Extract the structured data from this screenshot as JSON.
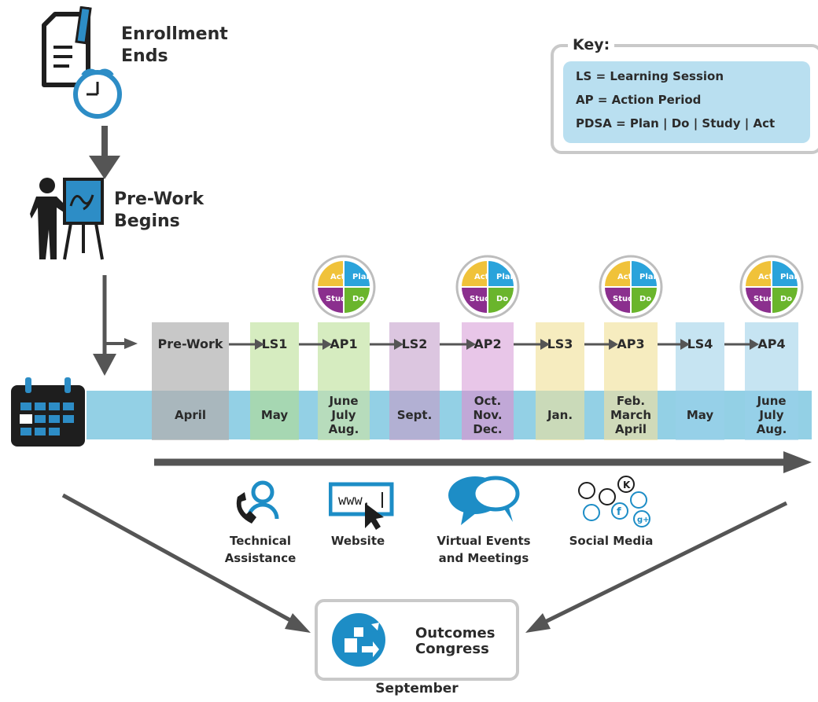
{
  "steps": {
    "enrollment": "Enrollment\nEnds",
    "prework": "Pre-Work\nBegins"
  },
  "key": {
    "title": "Key:",
    "lines": [
      "LS = Learning Session",
      "AP = Action Period",
      "PDSA = Plan | Do | Study | Act"
    ]
  },
  "pdsa": {
    "act": "Act",
    "plan": "Plan",
    "study": "Study",
    "do": "Do"
  },
  "timeline": [
    {
      "label": "Pre-Work",
      "months": "April"
    },
    {
      "label": "LS1",
      "months": "May"
    },
    {
      "label": "AP1",
      "months": "June\nJuly\nAug."
    },
    {
      "label": "LS2",
      "months": "Sept."
    },
    {
      "label": "AP2",
      "months": "Oct.\nNov.\nDec."
    },
    {
      "label": "LS3",
      "months": "Jan."
    },
    {
      "label": "AP3",
      "months": "Feb.\nMarch\nApril"
    },
    {
      "label": "LS4",
      "months": "May"
    },
    {
      "label": "AP4",
      "months": "June\nJuly\nAug."
    }
  ],
  "resources": [
    {
      "label": "Technical\nAssistance",
      "icon": "phone-person-icon"
    },
    {
      "label": "Website",
      "icon": "website-icon",
      "url_text": "www."
    },
    {
      "label": "Virtual Events\nand Meetings",
      "icon": "chat-bubbles-icon"
    },
    {
      "label": "Social Media",
      "icon": "social-media-icon"
    }
  ],
  "outcomes": {
    "title": "Outcomes\nCongress",
    "month": "September"
  },
  "colors": {
    "gray": "#c8c8c8",
    "green": "#d6ecc0",
    "purple": "#dcc6e0",
    "pink": "#e8c6e8",
    "yellow": "#f6ecbf",
    "lightblue": "#c6e4f2",
    "band": "#6fc0dc",
    "arrow": "#555555",
    "act": "#f0c23a",
    "plan": "#2aa3db",
    "study": "#8b2f8e",
    "do": "#6ab52c",
    "accent": "#1d8dc6"
  }
}
